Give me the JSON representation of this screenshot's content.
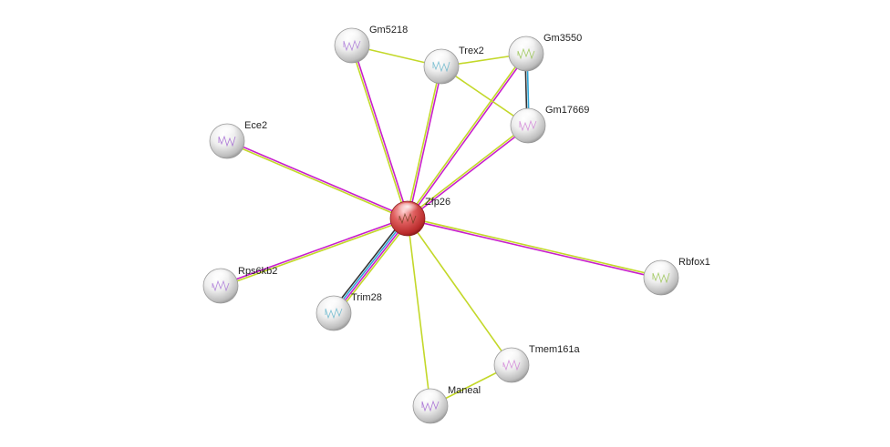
{
  "network": {
    "center": "Zfp26",
    "nodes": [
      {
        "id": "Zfp26",
        "label": "Zfp26",
        "is_query": true,
        "node_color": "#d93b3b"
      },
      {
        "id": "Gm5218",
        "label": "Gm5218",
        "is_query": false,
        "node_color": "#e6e6e6"
      },
      {
        "id": "Trex2",
        "label": "Trex2",
        "is_query": false,
        "node_color": "#e6e6e6"
      },
      {
        "id": "Gm3550",
        "label": "Gm3550",
        "is_query": false,
        "node_color": "#e6e6e6"
      },
      {
        "id": "Gm17669",
        "label": "Gm17669",
        "is_query": false,
        "node_color": "#e6e6e6"
      },
      {
        "id": "Ece2",
        "label": "Ece2",
        "is_query": false,
        "node_color": "#e6e6e6"
      },
      {
        "id": "Rps6kb2",
        "label": "Rps6kb2",
        "is_query": false,
        "node_color": "#e6e6e6"
      },
      {
        "id": "Trim28",
        "label": "Trim28",
        "is_query": false,
        "node_color": "#e6e6e6"
      },
      {
        "id": "Rbfox1",
        "label": "Rbfox1",
        "is_query": false,
        "node_color": "#e6e6e6"
      },
      {
        "id": "Tmem161a",
        "label": "Tmem161a",
        "is_query": false,
        "node_color": "#e6e6e6"
      },
      {
        "id": "Maneal",
        "label": "Maneal",
        "is_query": false,
        "node_color": "#e6e6e6"
      }
    ],
    "edges": [
      {
        "from": "Zfp26",
        "to": "Gm5218",
        "colors": [
          "#c3d829",
          "#c81fcc"
        ]
      },
      {
        "from": "Zfp26",
        "to": "Trex2",
        "colors": [
          "#c3d829",
          "#c81fcc"
        ]
      },
      {
        "from": "Zfp26",
        "to": "Gm3550",
        "colors": [
          "#c3d829",
          "#c81fcc"
        ]
      },
      {
        "from": "Zfp26",
        "to": "Gm17669",
        "colors": [
          "#c3d829",
          "#c81fcc"
        ]
      },
      {
        "from": "Zfp26",
        "to": "Ece2",
        "colors": [
          "#c3d829",
          "#c81fcc"
        ]
      },
      {
        "from": "Zfp26",
        "to": "Rps6kb2",
        "colors": [
          "#c3d829",
          "#c81fcc"
        ]
      },
      {
        "from": "Zfp26",
        "to": "Trim28",
        "colors": [
          "#c3d829",
          "#c81fcc",
          "#2fa7d8",
          "#333333"
        ]
      },
      {
        "from": "Zfp26",
        "to": "Rbfox1",
        "colors": [
          "#c3d829",
          "#c81fcc"
        ]
      },
      {
        "from": "Zfp26",
        "to": "Tmem161a",
        "colors": [
          "#c3d829"
        ]
      },
      {
        "from": "Zfp26",
        "to": "Maneal",
        "colors": [
          "#c3d829"
        ]
      },
      {
        "from": "Gm5218",
        "to": "Trex2",
        "colors": [
          "#c3d829"
        ]
      },
      {
        "from": "Trex2",
        "to": "Gm3550",
        "colors": [
          "#c3d829"
        ]
      },
      {
        "from": "Trex2",
        "to": "Gm17669",
        "colors": [
          "#c3d829"
        ]
      },
      {
        "from": "Gm3550",
        "to": "Gm17669",
        "colors": [
          "#2fa7d8",
          "#333333"
        ]
      },
      {
        "from": "Tmem161a",
        "to": "Maneal",
        "colors": [
          "#c3d829"
        ]
      }
    ]
  }
}
